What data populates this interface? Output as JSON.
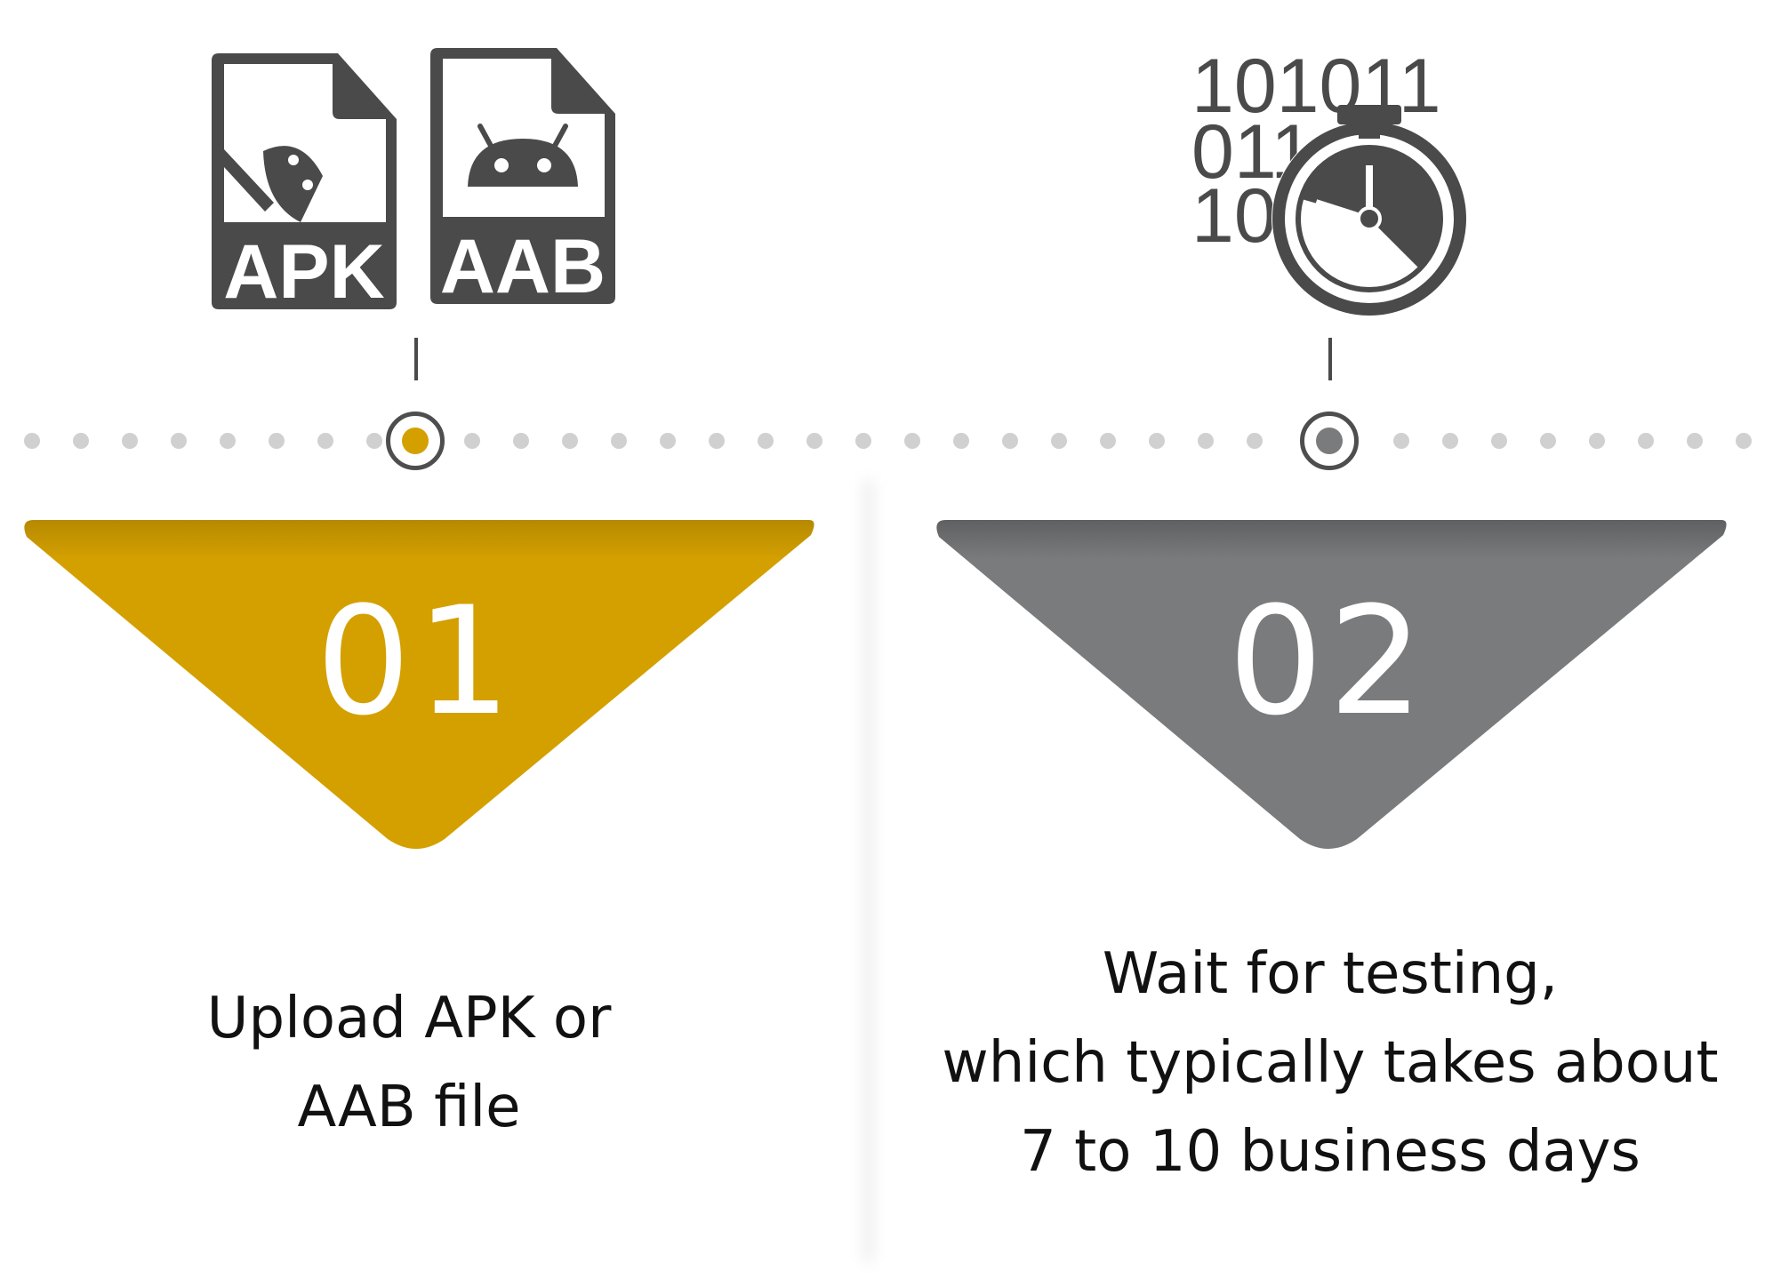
{
  "colors": {
    "accent_gold": "#D4A000",
    "accent_gray": "#7A7B7D",
    "icon_dark": "#4A4A4A",
    "dot_gray": "#D0D0D0"
  },
  "steps": [
    {
      "number": "01",
      "color": "#D4A000",
      "icons": [
        "apk-file-icon",
        "aab-file-icon"
      ],
      "icon_labels": [
        "APK",
        "AAB"
      ],
      "description_lines": [
        "Upload APK or",
        "AAB file"
      ]
    },
    {
      "number": "02",
      "color": "#7A7B7D",
      "icons": [
        "binary-stopwatch-icon"
      ],
      "icon_labels": [
        "101011",
        "011",
        "10"
      ],
      "description_lines": [
        "Wait for testing,",
        "which typically takes about",
        "7 to 10 business days"
      ]
    }
  ]
}
